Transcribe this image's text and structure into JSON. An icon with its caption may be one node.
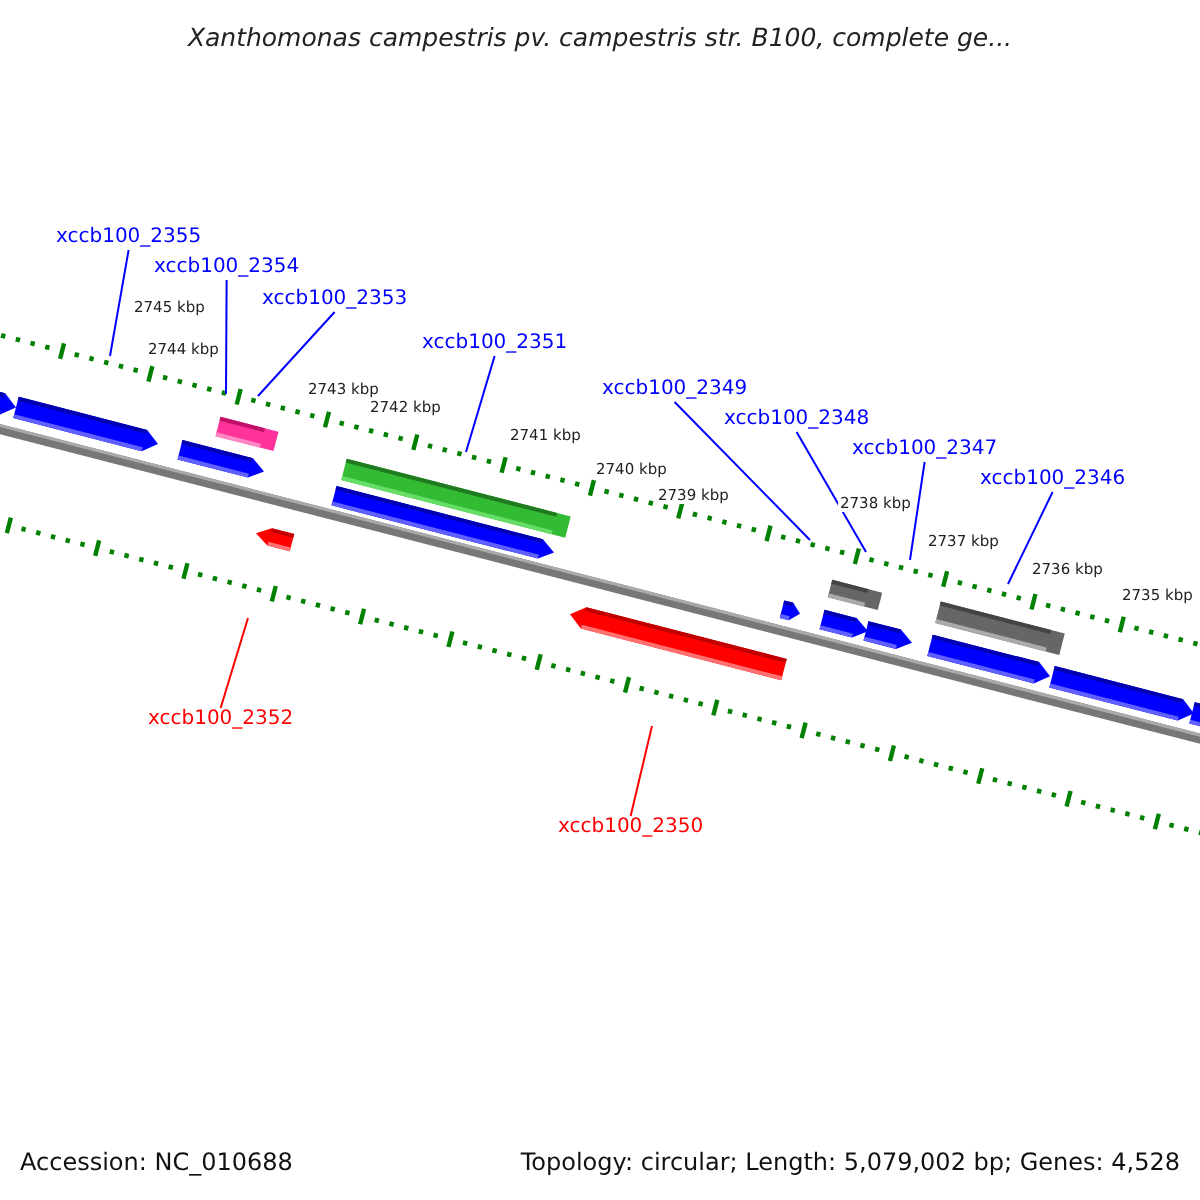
{
  "diagram": {
    "title": "Xanthomonas campestris pv. campestris str. B100, complete ge...",
    "nodes": [
      {
        "text": [
          "xccb100_2355"
        ]
      },
      {
        "text": [
          "xccb100_2354"
        ]
      },
      {
        "text": [
          "xccb100_2353"
        ]
      },
      {
        "text": [
          "xccb100_2351"
        ]
      },
      {
        "text": [
          "xccb100_2349"
        ]
      },
      {
        "text": [
          "xccb100_2348"
        ]
      },
      {
        "text": [
          "xccb100_2347"
        ]
      },
      {
        "text": [
          "xccb100_2346"
        ]
      },
      {
        "text": [
          "xccb100_2352"
        ]
      },
      {
        "text": [
          "xccb100_2350"
        ]
      }
    ],
    "edges": [
      {
        "from": 0,
        "to": null,
        "arrow": "none"
      },
      {
        "from": 1,
        "to": null,
        "arrow": "none"
      },
      {
        "from": 2,
        "to": null,
        "arrow": "none"
      },
      {
        "from": 3,
        "to": null,
        "arrow": "none"
      },
      {
        "from": 4,
        "to": null,
        "arrow": "none"
      },
      {
        "from": 5,
        "to": null,
        "arrow": "none"
      },
      {
        "from": 6,
        "to": null,
        "arrow": "none"
      },
      {
        "from": 7,
        "to": null,
        "arrow": "none"
      },
      {
        "from": 8,
        "to": null,
        "arrow": "none",
        "color": "#ff0000"
      },
      {
        "from": 9,
        "to": null,
        "arrow": "none",
        "color": "#ff0000"
      }
    ],
    "labels": [
      "2745 kbp",
      "2744 kbp",
      "2743 kbp",
      "2742 kbp",
      "2741 kbp",
      "2740 kbp",
      "2739 kbp",
      "2738 kbp",
      "2737 kbp",
      "2736 kbp",
      "2735 kbp",
      "Accession: NC_010688",
      "Topology: circular; Length: 5,079,002 bp; Genes: 4,528"
    ]
  }
}
